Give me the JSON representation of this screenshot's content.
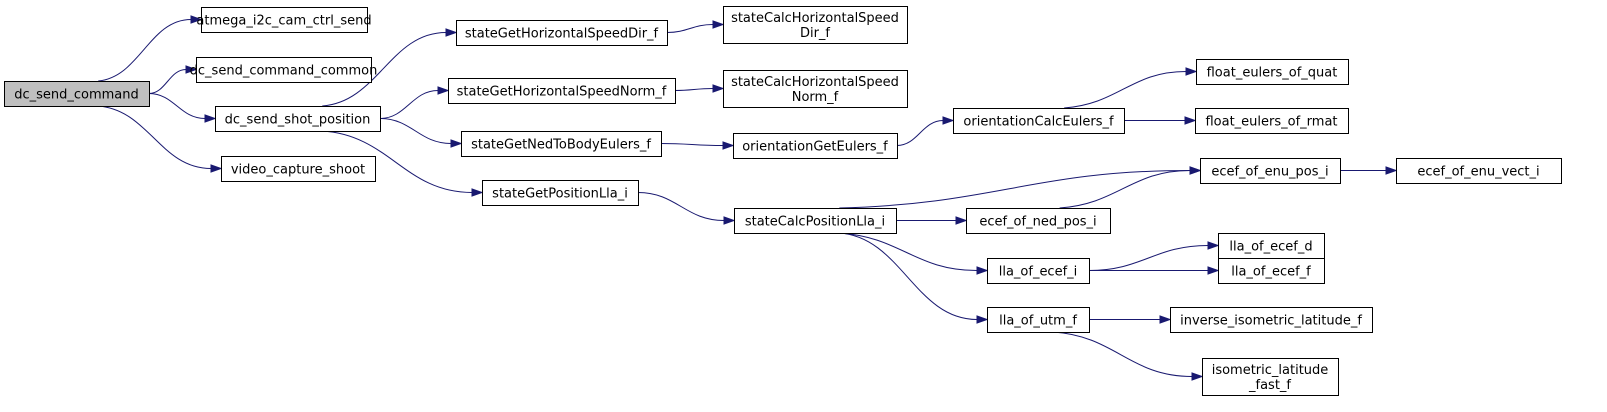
{
  "colors": {
    "edge": "#191970",
    "root_fill": "#bfbfbf",
    "node_fill": "#ffffff",
    "node_border": "#000000"
  },
  "nodes": {
    "dc_send_command": [
      "dc_send_command"
    ],
    "atmega_i2c_cam_ctrl_send": [
      "atmega_i2c_cam_ctrl_send"
    ],
    "dc_send_command_common": [
      "dc_send_command_common"
    ],
    "dc_send_shot_position": [
      "dc_send_shot_position"
    ],
    "video_capture_shoot": [
      "video_capture_shoot"
    ],
    "stateGetHorizontalSpeedDir_f": [
      "stateGetHorizontalSpeedDir_f"
    ],
    "stateGetHorizontalSpeedNorm_f": [
      "stateGetHorizontalSpeedNorm_f"
    ],
    "stateGetNedToBodyEulers_f": [
      "stateGetNedToBodyEulers_f"
    ],
    "stateGetPositionLla_i": [
      "stateGetPositionLla_i"
    ],
    "stateCalcHorizontalSpeedDir_f": [
      "stateCalcHorizontalSpeed",
      "Dir_f"
    ],
    "stateCalcHorizontalSpeedNorm_f": [
      "stateCalcHorizontalSpeed",
      "Norm_f"
    ],
    "orientationGetEulers_f": [
      "orientationGetEulers_f"
    ],
    "stateCalcPositionLla_i": [
      "stateCalcPositionLla_i"
    ],
    "orientationCalcEulers_f": [
      "orientationCalcEulers_f"
    ],
    "ecef_of_ned_pos_i": [
      "ecef_of_ned_pos_i"
    ],
    "lla_of_ecef_i": [
      "lla_of_ecef_i"
    ],
    "lla_of_utm_f": [
      "lla_of_utm_f"
    ],
    "float_eulers_of_quat": [
      "float_eulers_of_quat"
    ],
    "float_eulers_of_rmat": [
      "float_eulers_of_rmat"
    ],
    "ecef_of_enu_pos_i": [
      "ecef_of_enu_pos_i"
    ],
    "lla_of_ecef_d": [
      "lla_of_ecef_d"
    ],
    "lla_of_ecef_f": [
      "lla_of_ecef_f"
    ],
    "inverse_isometric_latitude_f": [
      "inverse_isometric_latitude_f"
    ],
    "isometric_latitude_fast_f": [
      "isometric_latitude",
      "_fast_f"
    ],
    "ecef_of_enu_vect_i": [
      "ecef_of_enu_vect_i"
    ]
  },
  "edges": [
    [
      "dc_send_command",
      "atmega_i2c_cam_ctrl_send"
    ],
    [
      "dc_send_command",
      "dc_send_command_common"
    ],
    [
      "dc_send_command",
      "dc_send_shot_position"
    ],
    [
      "dc_send_command",
      "video_capture_shoot"
    ],
    [
      "dc_send_shot_position",
      "stateGetHorizontalSpeedDir_f"
    ],
    [
      "dc_send_shot_position",
      "stateGetHorizontalSpeedNorm_f"
    ],
    [
      "dc_send_shot_position",
      "stateGetNedToBodyEulers_f"
    ],
    [
      "dc_send_shot_position",
      "stateGetPositionLla_i"
    ],
    [
      "stateGetHorizontalSpeedDir_f",
      "stateCalcHorizontalSpeedDir_f"
    ],
    [
      "stateGetHorizontalSpeedNorm_f",
      "stateCalcHorizontalSpeedNorm_f"
    ],
    [
      "stateGetNedToBodyEulers_f",
      "orientationGetEulers_f"
    ],
    [
      "orientationGetEulers_f",
      "orientationCalcEulers_f"
    ],
    [
      "orientationCalcEulers_f",
      "float_eulers_of_quat"
    ],
    [
      "orientationCalcEulers_f",
      "float_eulers_of_rmat"
    ],
    [
      "stateGetPositionLla_i",
      "stateCalcPositionLla_i"
    ],
    [
      "stateCalcPositionLla_i",
      "ecef_of_enu_pos_i"
    ],
    [
      "stateCalcPositionLla_i",
      "ecef_of_ned_pos_i"
    ],
    [
      "stateCalcPositionLla_i",
      "lla_of_ecef_i"
    ],
    [
      "stateCalcPositionLla_i",
      "lla_of_utm_f"
    ],
    [
      "ecef_of_ned_pos_i",
      "ecef_of_enu_pos_i"
    ],
    [
      "ecef_of_enu_pos_i",
      "ecef_of_enu_vect_i"
    ],
    [
      "lla_of_ecef_i",
      "lla_of_ecef_d"
    ],
    [
      "lla_of_ecef_i",
      "lla_of_ecef_f"
    ],
    [
      "lla_of_utm_f",
      "inverse_isometric_latitude_f"
    ],
    [
      "lla_of_utm_f",
      "isometric_latitude_fast_f"
    ]
  ]
}
